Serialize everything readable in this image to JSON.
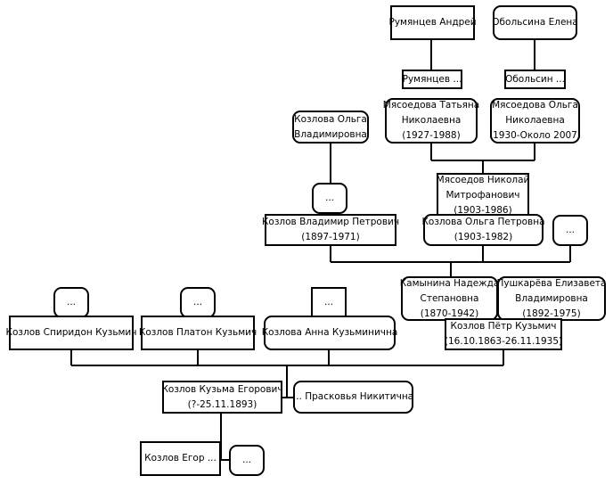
{
  "people": {
    "rumyantsev_andrey": {
      "name": "Румянцев Андрей"
    },
    "obolsina_elena": {
      "name": "Обольсина Елена"
    },
    "rumyantsev_short": {
      "name": "Румянцев ..."
    },
    "obolsin_short": {
      "name": "Обольсин ..."
    },
    "myasoedova_tatyana": {
      "name1": "Мясоедова Татьяна",
      "name2": "Николаевна",
      "dates": "(1927-1988)"
    },
    "myasoedova_olga": {
      "name1": "Мясоедова Ольга",
      "name2": "Николаевна",
      "dates": "(1930-Около 2007)"
    },
    "kozlova_olga_vl": {
      "name1": "Козлова Ольга",
      "name2": "Владимировна"
    },
    "myasoedov_nikolay": {
      "name1": "Мясоедов Николай",
      "name2": "Митрофанович",
      "dates": "(1903-1986)"
    },
    "unknown_1": {
      "name": "..."
    },
    "kozlov_vladimir": {
      "name": "Козлов Владимир Петрович",
      "dates": "(1897-1971)"
    },
    "kozlova_olga_p": {
      "name": "Козлова Ольга Петровна",
      "dates": "(1903-1982)"
    },
    "unknown_2": {
      "name": "..."
    },
    "unknown_3": {
      "name": "..."
    },
    "unknown_4": {
      "name": "..."
    },
    "unknown_5": {
      "name": "..."
    },
    "kamynina_nadezhda": {
      "name1": "Камынина Надежда",
      "name2": "Степановна",
      "dates": "(1870-1942)"
    },
    "pushkareva_elizaveta": {
      "name1": "Пушкарёва Елизавета",
      "name2": "Владимировна",
      "dates": "(1892-1975)"
    },
    "kozlov_spiridon": {
      "name": "Козлов Спиридон Кузьмич"
    },
    "kozlov_platon": {
      "name": "Козлов Платон Кузьмич"
    },
    "kozlova_anna": {
      "name": "Козлова Анна Кузьминична"
    },
    "kozlov_petr": {
      "name": "Козлов Пётр Кузьмич",
      "dates": "(16.10.1863-26.11.1935)"
    },
    "kozlov_kuzma": {
      "name": "Козлов Кузьма Егорович",
      "dates": "(?-25.11.1893)"
    },
    "praskovya": {
      "name": "... Прасковья Никитична"
    },
    "kozlov_egor": {
      "name": "Козлов Егор ..."
    },
    "unknown_6": {
      "name": "..."
    }
  }
}
